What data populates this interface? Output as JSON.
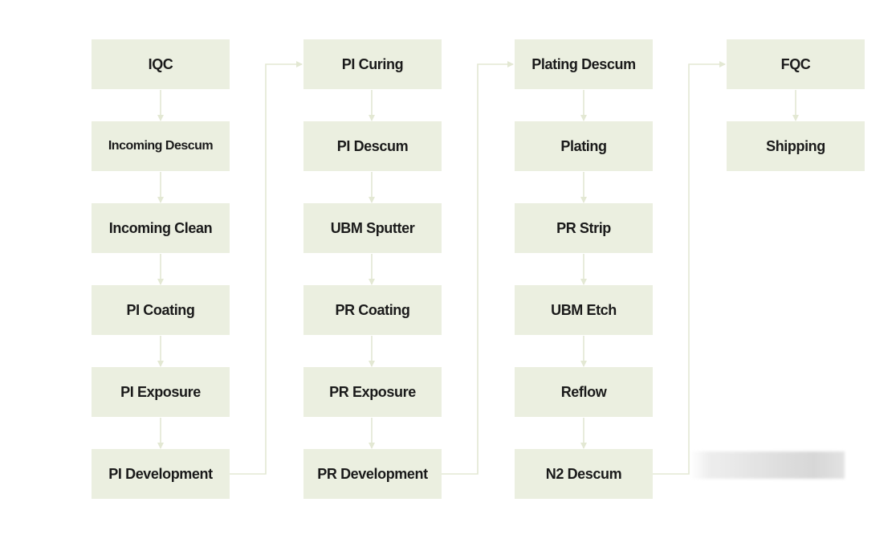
{
  "colors": {
    "box_fill": "#ebefe0",
    "connector": "#e3e8d3",
    "text": "#1a1a1a"
  },
  "columns": [
    {
      "steps": [
        "IQC",
        "Incoming Descum",
        "Incoming Clean",
        "PI Coating",
        "PI Exposure",
        "PI Development"
      ]
    },
    {
      "steps": [
        "PI Curing",
        "PI Descum",
        "UBM Sputter",
        "PR Coating",
        "PR Exposure",
        "PR Development"
      ]
    },
    {
      "steps": [
        "Plating Descum",
        "Plating",
        "PR Strip",
        "UBM Etch",
        "Reflow",
        "N2 Descum"
      ]
    },
    {
      "steps": [
        "FQC",
        "Shipping"
      ]
    }
  ]
}
